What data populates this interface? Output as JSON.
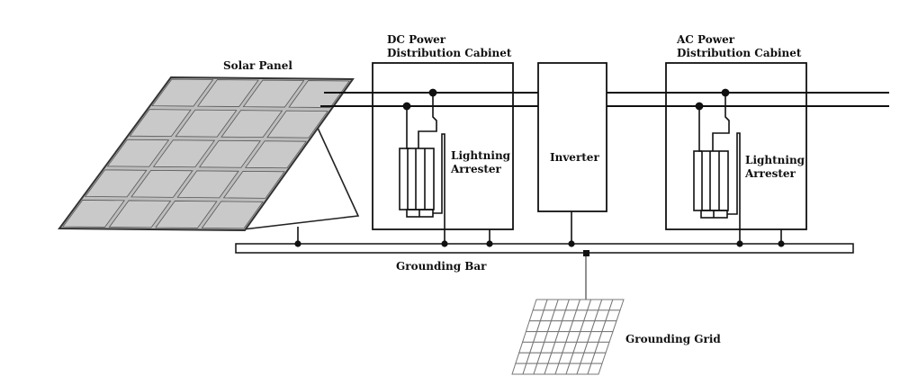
{
  "labels": {
    "solar_panel": "Solar Panel",
    "dc_cabinet_line1": "DC Power",
    "dc_cabinet_line2": "Distribution Cabinet",
    "ac_cabinet_line1": "AC Power",
    "ac_cabinet_line2": "Distribution Cabinet",
    "dc_arrester_line1": "Lightning",
    "dc_arrester_line2": "Arrester",
    "ac_arrester_line1": "Lightning",
    "ac_arrester_line2": "Arrester",
    "inverter": "Inverter",
    "grounding_bar": "Grounding Bar",
    "grounding_grid": "Grounding Grid"
  },
  "colors": {
    "line": "#111111",
    "panel_cell": "#c9c9c9",
    "panel_frame": "#333333",
    "grid_line": "#777777"
  }
}
